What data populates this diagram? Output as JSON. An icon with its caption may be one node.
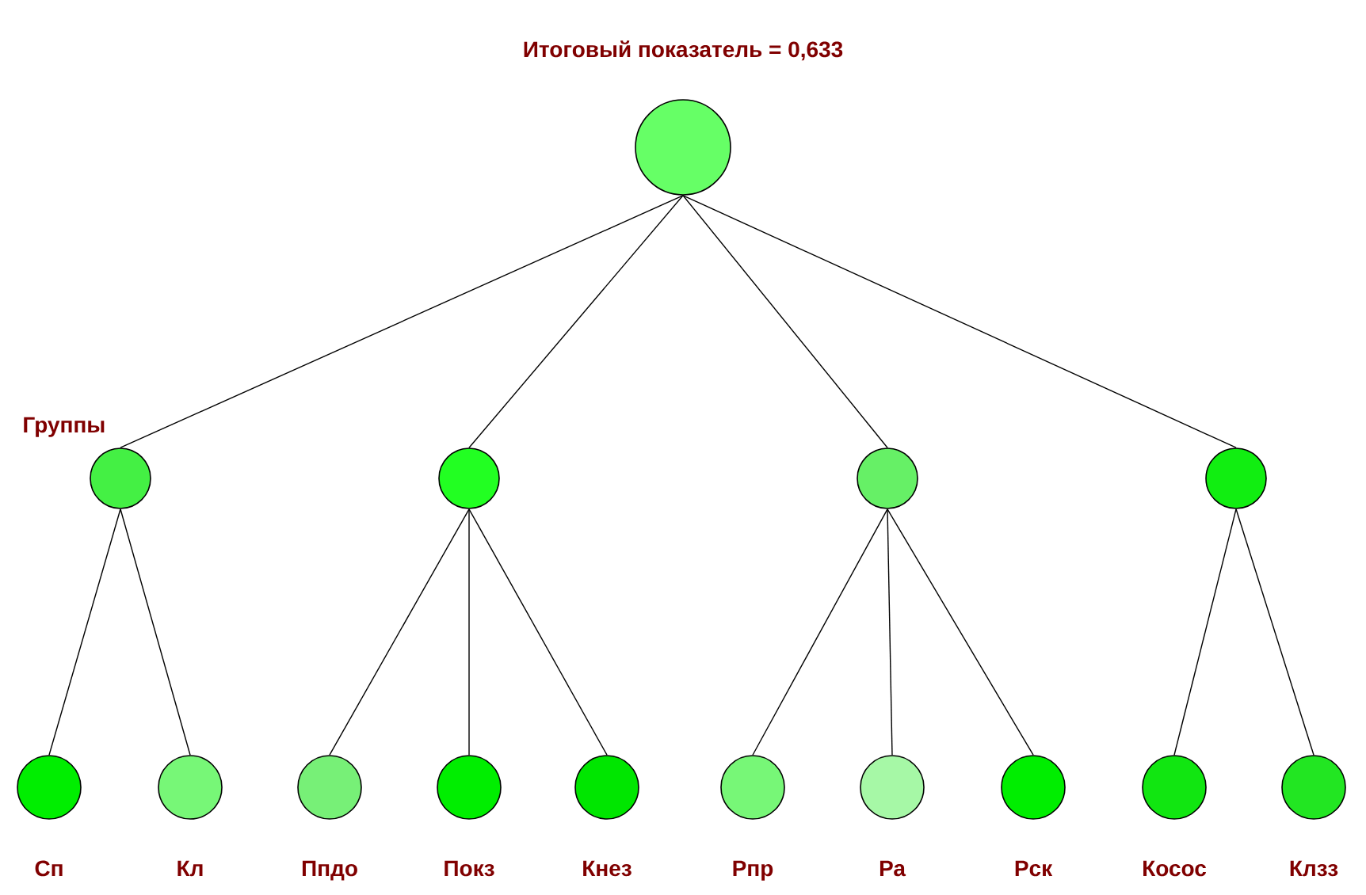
{
  "diagram": {
    "nodes": [
      {
        "text": [
          "Итоговый показатель = 0,633"
        ]
      },
      {
        "text": [],
        "shape": "circle"
      },
      {
        "text": [],
        "shape": "circle"
      },
      {
        "text": [],
        "shape": "circle"
      },
      {
        "text": [],
        "shape": "circle"
      },
      {
        "text": [
          "Сп"
        ]
      },
      {
        "text": [
          "Кл"
        ]
      },
      {
        "text": [
          "Ппдо"
        ]
      },
      {
        "text": [
          "Покз"
        ]
      },
      {
        "text": [
          "Кнез"
        ]
      },
      {
        "text": [
          "Рпр"
        ]
      },
      {
        "text": [
          "Ра"
        ]
      },
      {
        "text": [
          "Рск"
        ]
      },
      {
        "text": [
          "Косос"
        ]
      },
      {
        "text": [
          "Клзз"
        ]
      }
    ],
    "edges": [
      {
        "from": 0,
        "to": 1,
        "arrow": "none"
      },
      {
        "from": 0,
        "to": 2,
        "arrow": "none"
      },
      {
        "from": 0,
        "to": 3,
        "arrow": "none"
      },
      {
        "from": 0,
        "to": 4,
        "arrow": "none"
      },
      {
        "from": 1,
        "to": 5,
        "arrow": "none"
      },
      {
        "from": 1,
        "to": 6,
        "arrow": "none"
      },
      {
        "from": 2,
        "to": 7,
        "arrow": "none"
      },
      {
        "from": 2,
        "to": 8,
        "arrow": "none"
      },
      {
        "from": 2,
        "to": 9,
        "arrow": "none"
      },
      {
        "from": 3,
        "to": 10,
        "arrow": "none"
      },
      {
        "from": 3,
        "to": 11,
        "arrow": "none"
      },
      {
        "from": 3,
        "to": 12,
        "arrow": "none"
      },
      {
        "from": 4,
        "to": 13,
        "arrow": "none"
      },
      {
        "from": 4,
        "to": 14,
        "arrow": "none"
      }
    ],
    "labels": [
      "Группы"
    ]
  }
}
